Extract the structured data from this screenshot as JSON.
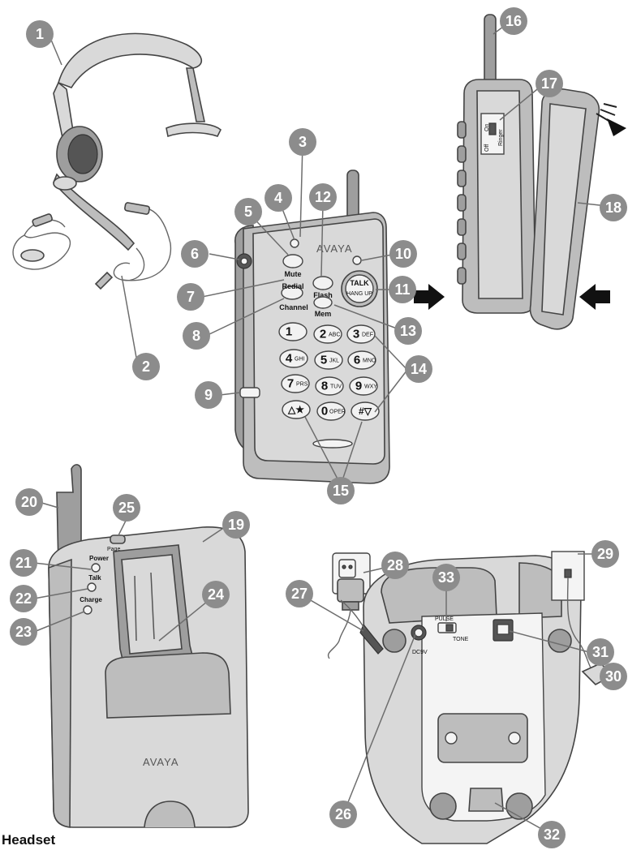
{
  "section_heading": "Headset",
  "brand": "AVAYA",
  "handset_keys": {
    "mute": "Mute",
    "redial": "Redial",
    "channel": "Channel",
    "flash": "Flash",
    "mem": "Mem",
    "talk": "TALK",
    "hang_up": "HANG UP",
    "k1": "1",
    "k2": "2",
    "k2_sub": "ABC",
    "k3": "3",
    "k3_sub": "DEF",
    "k4": "4",
    "k4_sub": "GHI",
    "k5": "5",
    "k5_sub": "JKL",
    "k6": "6",
    "k6_sub": "MNO",
    "k7": "7",
    "k7_sub": "PRS",
    "k8": "8",
    "k8_sub": "TUV",
    "k9": "9",
    "k9_sub": "WXY",
    "kstar": "△★",
    "k0": "0",
    "k0_sub": "OPER",
    "khash": "#▽"
  },
  "ringer_switch": {
    "title": "Ringer",
    "on": "On",
    "off": "Off"
  },
  "base_leds": {
    "power": "Power",
    "talk": "Talk",
    "charge": "Charge"
  },
  "base_page_label": "Page",
  "pulse_tone": {
    "pulse": "PULSE",
    "tone": "TONE"
  },
  "dc_label": "DC9V",
  "callouts": [
    "1",
    "2",
    "3",
    "4",
    "5",
    "6",
    "7",
    "8",
    "9",
    "10",
    "11",
    "12",
    "13",
    "14",
    "15",
    "16",
    "17",
    "18",
    "19",
    "20",
    "21",
    "22",
    "23",
    "24",
    "25",
    "26",
    "27",
    "28",
    "29",
    "30",
    "31",
    "32",
    "33"
  ],
  "colors": {
    "callout": "#8c8c8c",
    "outline": "#444444"
  }
}
